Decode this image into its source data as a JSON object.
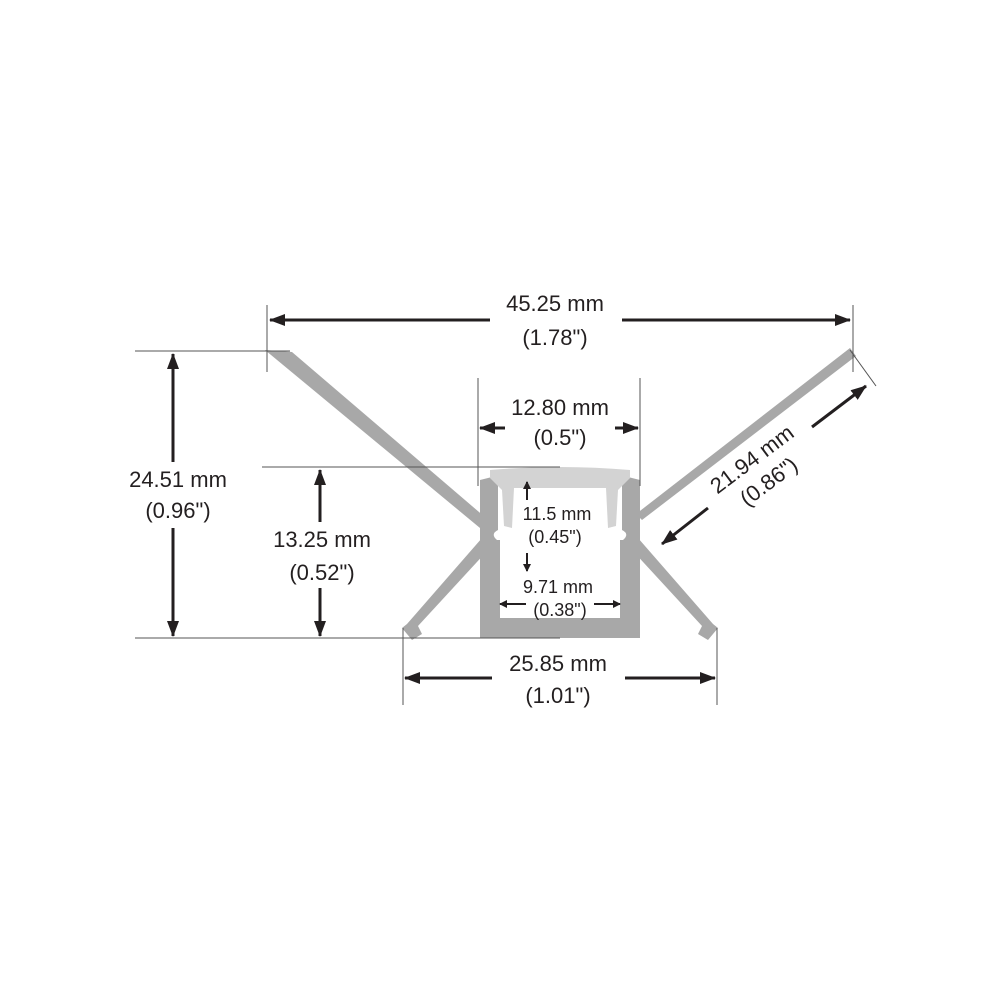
{
  "colors": {
    "profile": "#a8a8a8",
    "diffuser": "#d3d3d3",
    "text": "#231f20"
  },
  "dimensions": {
    "overall_width": {
      "mm": "45.25 mm",
      "in": "(1.78\")"
    },
    "opening_width": {
      "mm": "12.80 mm",
      "in": "(0.5\")"
    },
    "overall_height": {
      "mm": "24.51 mm",
      "in": "(0.96\")"
    },
    "channel_height": {
      "mm": "13.25 mm",
      "in": "(0.52\")"
    },
    "wing_length": {
      "mm": "21.94 mm",
      "in": "(0.86\")"
    },
    "inner_height": {
      "mm": "11.5 mm",
      "in": "(0.45\")"
    },
    "inner_width": {
      "mm": "9.71 mm",
      "in": "(0.38\")"
    },
    "base_width": {
      "mm": "25.85 mm",
      "in": "(1.01\")"
    }
  }
}
